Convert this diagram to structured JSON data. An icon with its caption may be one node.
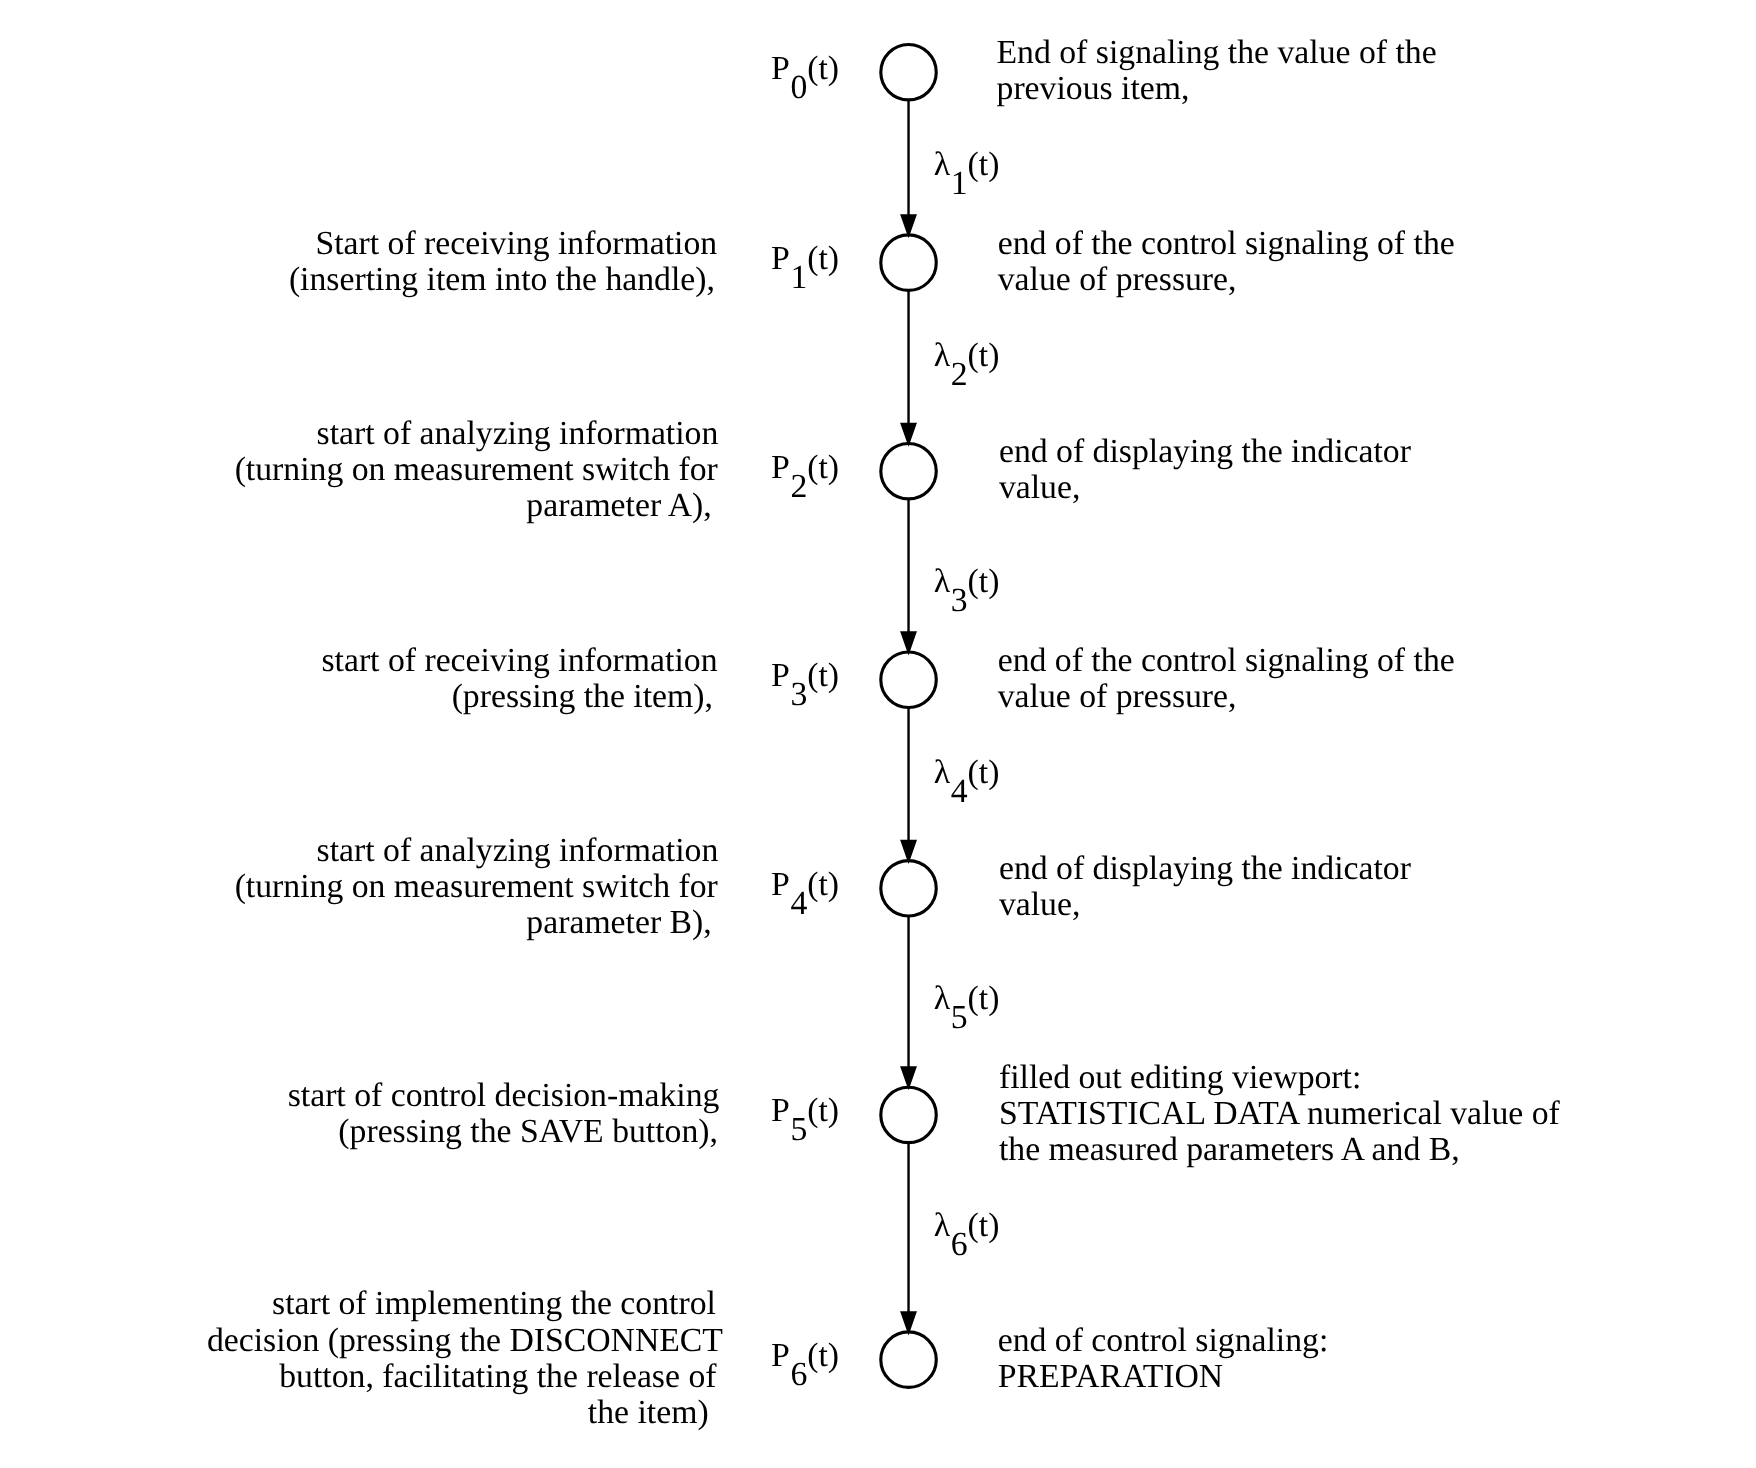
{
  "diagram": {
    "nodes": [
      {
        "text": [],
        "shape": "circle",
        "beside": [
          "P$_{0}$(t)",
          "End of signaling the value of the previous item,"
        ]
      },
      {
        "text": [],
        "shape": "circle",
        "beside": [
          "P$_{1}$(t)",
          "Start of receiving information (inserting item into the handle),",
          "end of the control signaling of the value of pressure,"
        ]
      },
      {
        "text": [],
        "shape": "circle",
        "beside": [
          "P$_{2}$(t)",
          "start of analyzing information (turning on measurement switch for parameter A),",
          "end of displaying the indicator value,"
        ]
      },
      {
        "text": [],
        "shape": "circle",
        "beside": [
          "P$_{3}$(t)",
          "start of receiving information (pressing the item),",
          "end of the control signaling of the value of pressure,"
        ]
      },
      {
        "text": [],
        "shape": "circle",
        "beside": [
          "P$_{4}$(t)",
          "start of analyzing information (turning on measurement switch for parameter B),",
          "end of displaying the indicator value,"
        ]
      },
      {
        "text": [],
        "shape": "circle",
        "beside": [
          "P$_{5}$(t)",
          "start of control decision-making (pressing the SAVE button),",
          "filled out editing viewport: STATISTICAL DATA numerical value of the measured parameters A and B,"
        ]
      },
      {
        "text": [],
        "shape": "circle",
        "beside": [
          "P$_{6}$(t)",
          "start of implementing the control decision (pressing the DISCONNECT button, facilitating the release of the item)",
          "end of control signaling: PREPARATION"
        ]
      }
    ],
    "edges": [
      {
        "from": 0,
        "to": 1,
        "arrow": "to",
        "label": "λ$_{1}$(t)"
      },
      {
        "from": 1,
        "to": 2,
        "arrow": "to",
        "label": "λ$_{2}$(t)"
      },
      {
        "from": 2,
        "to": 3,
        "arrow": "to",
        "label": "λ$_{3}$(t)"
      },
      {
        "from": 3,
        "to": 4,
        "arrow": "to",
        "label": "λ$_{4}$(t)"
      },
      {
        "from": 4,
        "to": 5,
        "arrow": "to",
        "label": "λ$_{5}$(t)"
      },
      {
        "from": 5,
        "to": 6,
        "arrow": "to",
        "label": "λ$_{6}$(t)"
      }
    ]
  }
}
